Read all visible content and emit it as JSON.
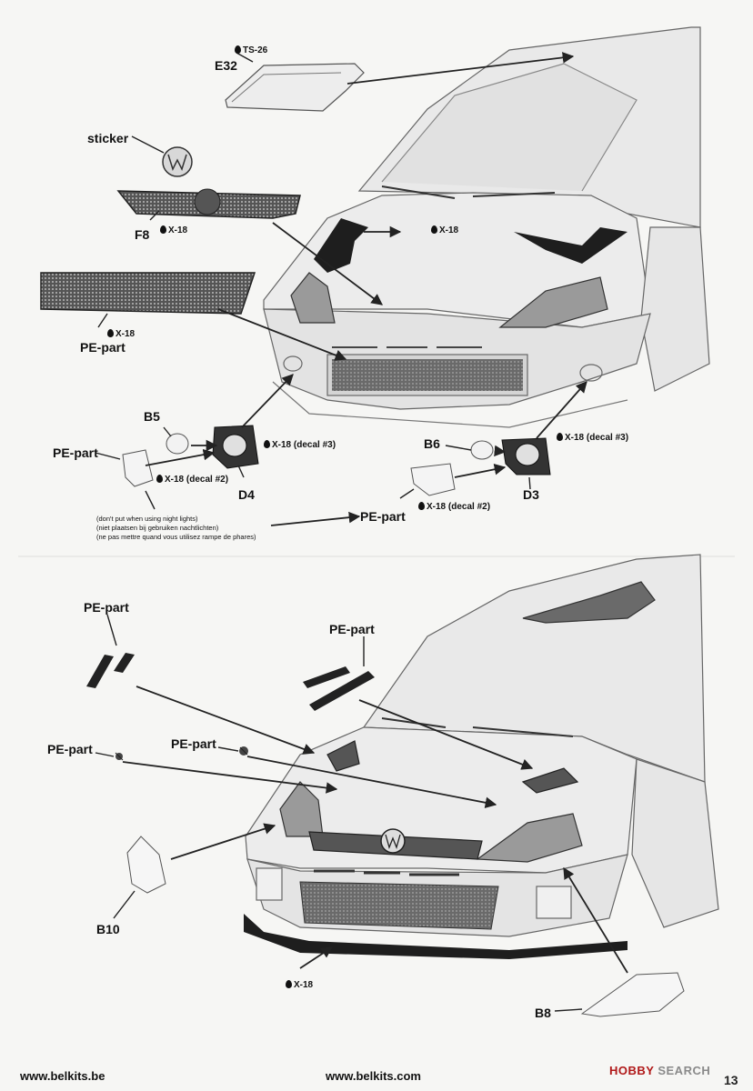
{
  "step_top": {
    "labels": {
      "ts26": "TS-26",
      "e32": "E32",
      "sticker": "sticker",
      "f8": "F8",
      "f8_paint": "X-18",
      "hood_paint": "X-18",
      "grille_mesh_paint": "X-18",
      "pe_part_mesh": "PE-part",
      "b5": "B5",
      "d4_paint": "X-18 (decal #3)",
      "pe_part_left": "PE-part",
      "left_plate_paint": "X-18 (decal #2)",
      "d4": "D4",
      "b6": "B6",
      "d3_paint": "X-18 (decal #3)",
      "right_plate_paint": "X-18 (decal #2)",
      "d3": "D3",
      "pe_part_right": "PE-part"
    },
    "note": [
      "(don't put when using night lights)",
      "(niet plaatsen bij gebruiken nachtlichten)",
      "(ne pas mettre quand vous utilisez rampe de phares)"
    ]
  },
  "step_bottom": {
    "labels": {
      "pe_part_left_top": "PE-part",
      "pe_part_vents": "PE-part",
      "pe_part_clip_left": "PE-part",
      "pe_part_clip_mid": "PE-part",
      "b10": "B10",
      "splitter_paint": "X-18",
      "b8": "B8"
    }
  },
  "footer": {
    "left_url": "www.belkits.be",
    "center_url": "www.belkits.com",
    "watermark_hobby": "HOBBY",
    "watermark_search": "SEARCH",
    "page_number": "13"
  }
}
